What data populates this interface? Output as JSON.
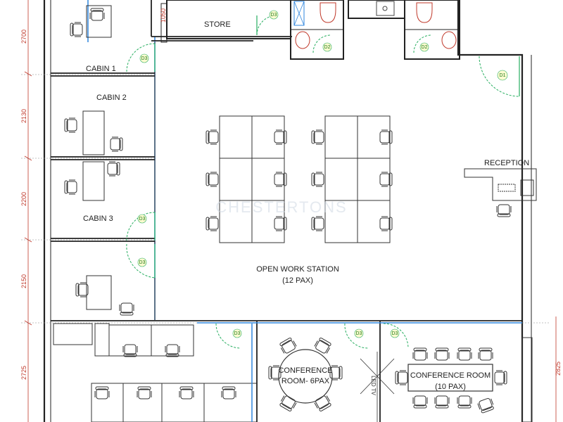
{
  "rooms": {
    "store": "STORE",
    "cabin1": "CABIN 1",
    "cabin2": "CABIN 2",
    "cabin3": "CABIN 3",
    "reception": "RECEPTION",
    "open_ws_line1": "OPEN WORK STATION",
    "open_ws_line2": "(12 PAX)",
    "conf6_line1": "CONFERENCE",
    "conf6_line2": "ROOM- 6PAX",
    "conf10_line1": "CONFERENCE ROOM",
    "conf10_line2": "(10 PAX)",
    "led_tv": "LED TV"
  },
  "dimensions": {
    "left": [
      "2700",
      "2130",
      "2200",
      "2150",
      "2725"
    ],
    "store_width": "1050",
    "right": "2825"
  },
  "doors": {
    "store": "D3",
    "toilet_left": "D2",
    "toilet_right": "D2",
    "main": "D1",
    "cabin1": "D3",
    "cabin3": "D3",
    "cabin4": "D3",
    "conf6_top": "D3",
    "conf6_side": "D3",
    "conf10": "D3"
  },
  "watermark": "CHESTERTONS",
  "colors": {
    "wall": "#222222",
    "glass": "#2e86de",
    "door_swing": "#27ae60",
    "door_fill": "#fdfbd0",
    "dim": "#c0392b",
    "furniture": "#333333"
  }
}
